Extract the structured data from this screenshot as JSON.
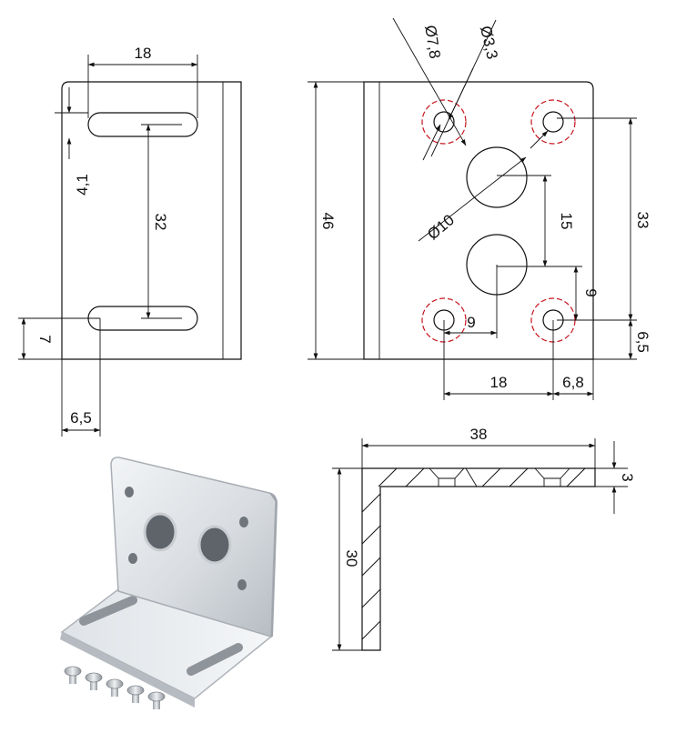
{
  "front_view": {
    "dim_slot_spacing": "18",
    "dim_vertical_pitch": "32",
    "dim_top_offset": "4,1",
    "dim_bottom_offset": "7",
    "dim_left_offset": "6,5"
  },
  "side_view": {
    "dim_height": "46",
    "dim_small_hole_outer": "Ø7,8",
    "dim_small_hole_inner": "Ø3,3",
    "dim_large_hole": "Ø10",
    "dim_large_hole_pitch": "15",
    "dim_right_span": "33",
    "dim_center_offset_v": "9",
    "dim_center_offset_h": "9",
    "dim_bottom_hole_offset": "6,5",
    "dim_hole_pitch_h": "18",
    "dim_edge_offset": "6,8"
  },
  "section_view": {
    "dim_width": "38",
    "dim_thickness": "3",
    "dim_height": "30"
  },
  "colors": {
    "line": "#111111",
    "hole_dash": "#c8141e",
    "metal_light": "#e8ebee",
    "metal_dark": "#b9bec4"
  }
}
